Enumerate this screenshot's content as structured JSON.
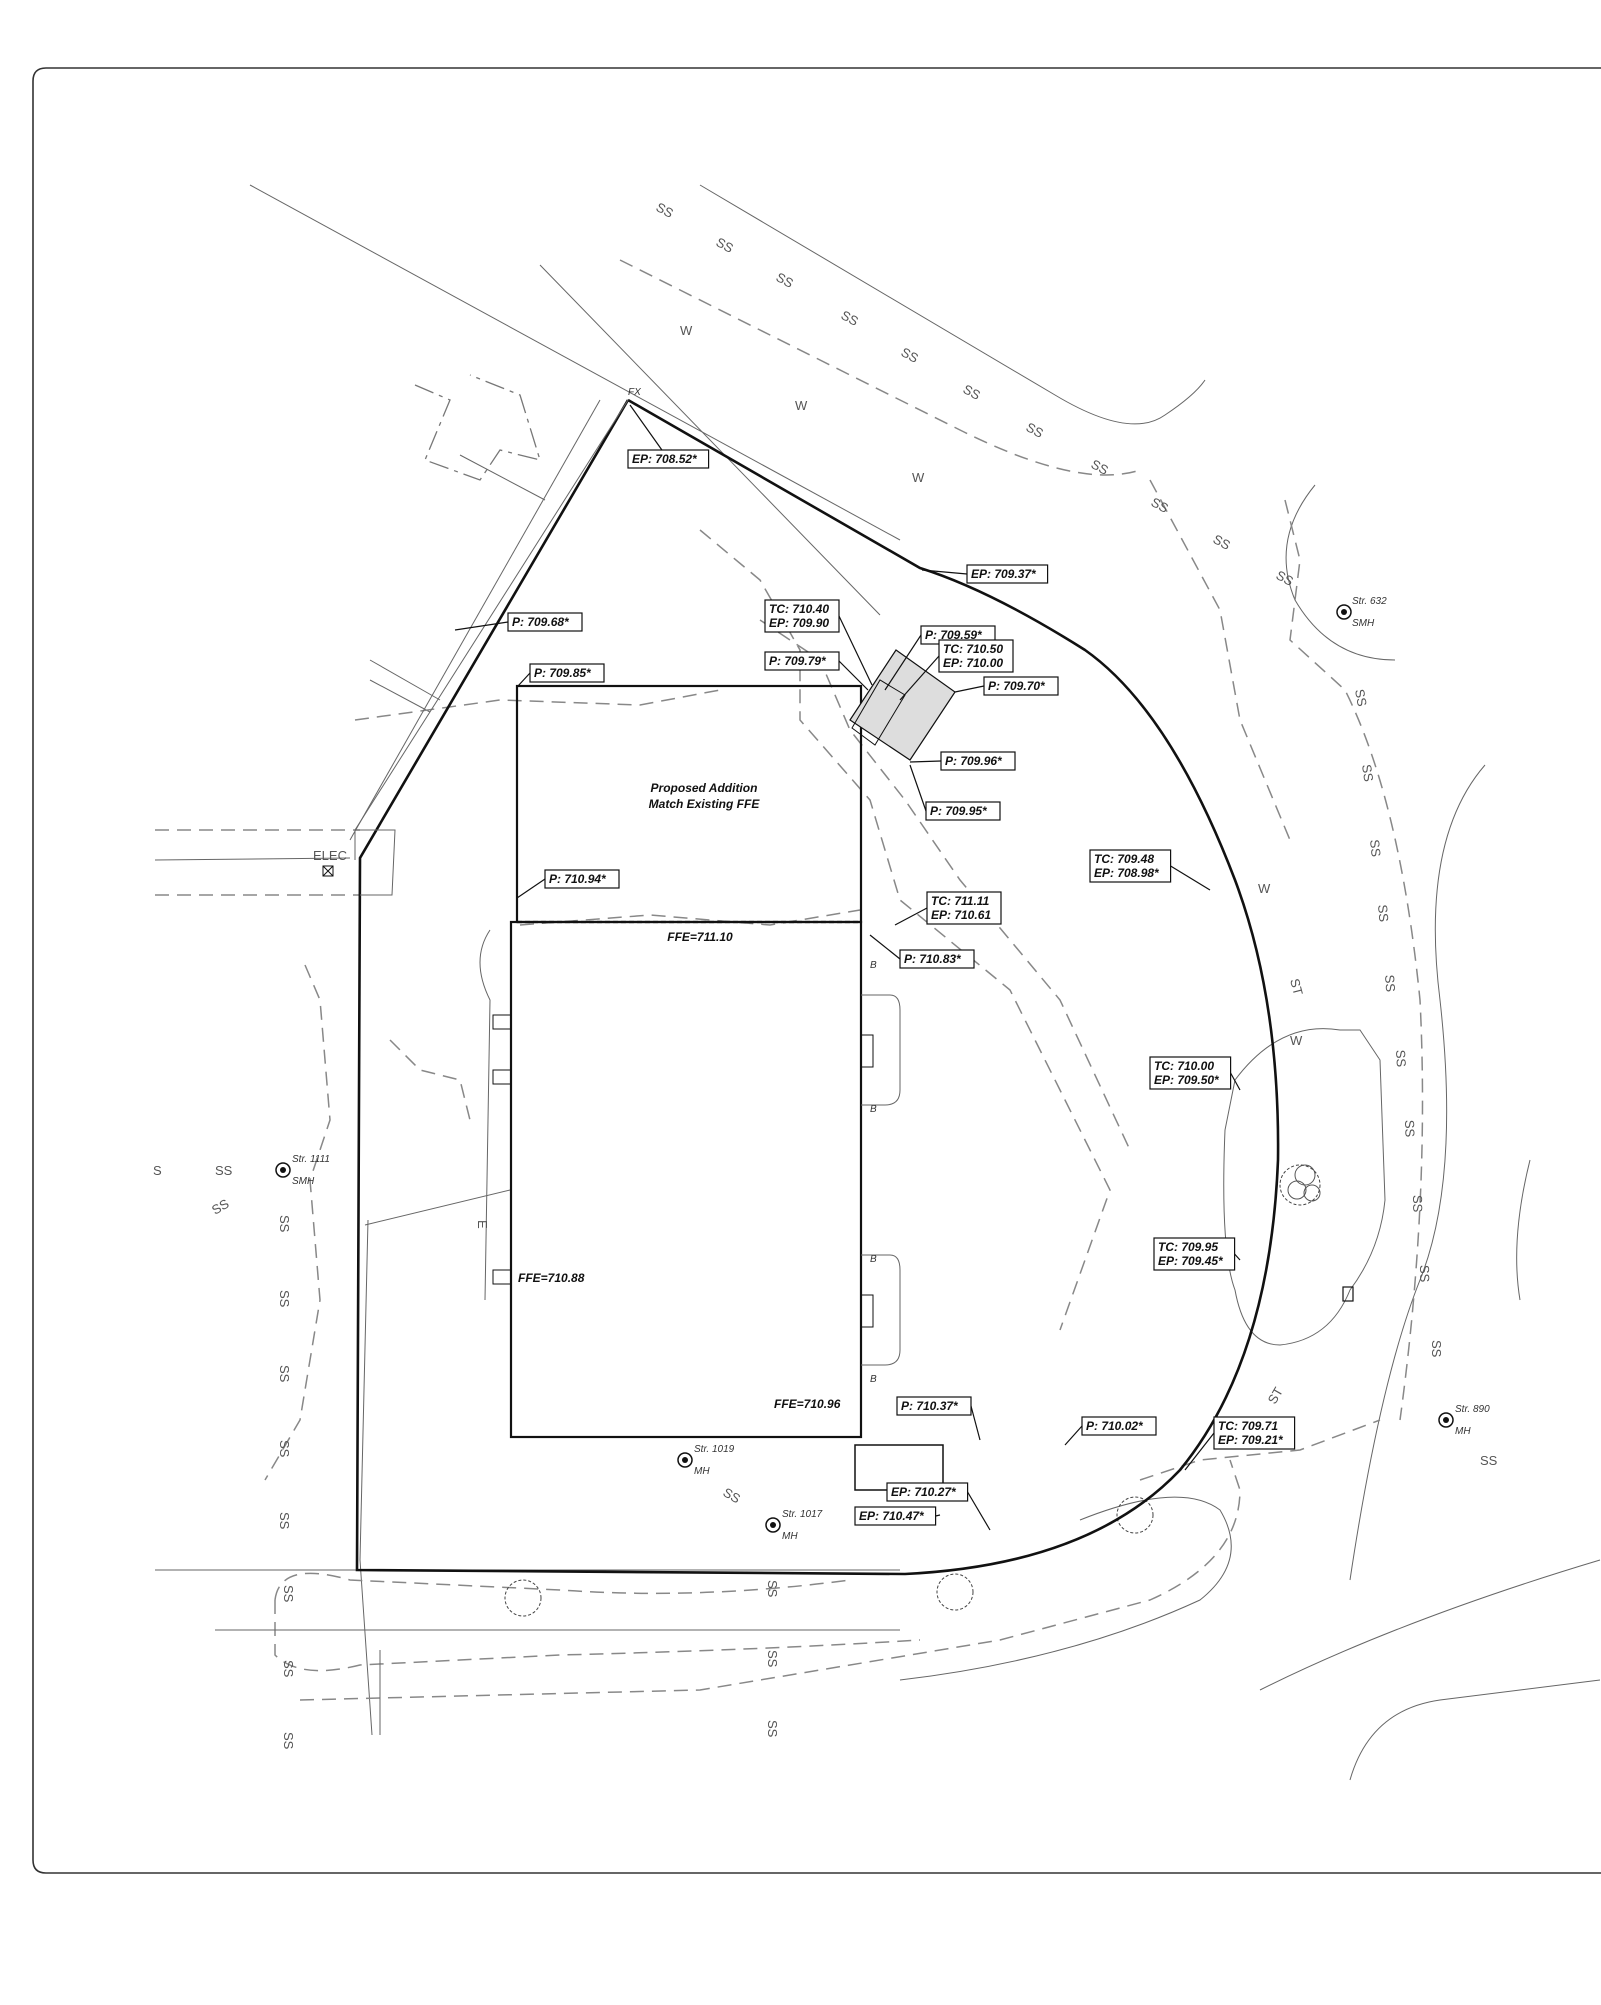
{
  "building": {
    "addition_line1": "Proposed Addition",
    "addition_line2": "Match Existing FFE"
  },
  "ffe": {
    "top": "FFE=711.10",
    "left": "FFE=710.88",
    "bottom": "FFE=710.96"
  },
  "spot_grades": [
    "EP: 708.52*",
    "EP: 709.37*",
    "P: 709.68*",
    "P: 709.85*",
    "TC: 710.40",
    "EP: 709.90",
    "P: 709.79*",
    "P: 709.59*",
    "TC: 710.50",
    "EP: 710.00",
    "P: 709.70*",
    "P: 709.96*",
    "P: 709.95*",
    "TC: 709.48",
    "EP: 708.98*",
    "P: 710.94*",
    "TC: 711.11",
    "EP: 710.61",
    "P: 710.83*",
    "TC: 710.00",
    "EP: 709.50*",
    "TC: 709.95",
    "EP: 709.45*",
    "P: 710.37*",
    "P: 710.02*",
    "TC: 709.71",
    "EP: 709.21*",
    "EP: 710.27*",
    "EP: 710.47*"
  ],
  "structures": {
    "str_1111": "Str. 1111",
    "smh_1111": "SMH",
    "str_632": "Str. 632",
    "smh_632": "SMH",
    "str_1019": "Str. 1019",
    "mh_1019": "MH",
    "str_1017": "Str. 1017",
    "mh_1017": "MH",
    "str_890": "Str. 890",
    "mh_890": "MH"
  },
  "utility_labels": {
    "sanitary": "SS",
    "water": "W",
    "storm": "ST",
    "sewer_short": "S",
    "electric": "ELEC",
    "elec_short": "E",
    "bollard": "B",
    "fx": "FX"
  },
  "colors": {
    "ink": "#111111",
    "linework": "#666666",
    "contours": "#888888",
    "sheet_border": "#333333"
  }
}
